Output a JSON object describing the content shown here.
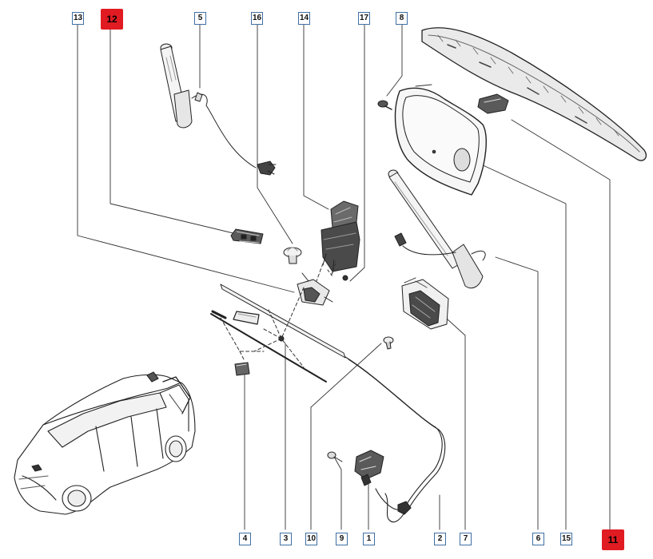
{
  "diagram": {
    "callouts": [
      {
        "id": "13",
        "label": "13",
        "highlighted": false
      },
      {
        "id": "12",
        "label": "12",
        "highlighted": true
      },
      {
        "id": "5",
        "label": "5",
        "highlighted": false
      },
      {
        "id": "16",
        "label": "16",
        "highlighted": false
      },
      {
        "id": "14",
        "label": "14",
        "highlighted": false
      },
      {
        "id": "17",
        "label": "17",
        "highlighted": false
      },
      {
        "id": "8",
        "label": "8",
        "highlighted": false
      },
      {
        "id": "4",
        "label": "4",
        "highlighted": false
      },
      {
        "id": "3",
        "label": "3",
        "highlighted": false
      },
      {
        "id": "10",
        "label": "10",
        "highlighted": false
      },
      {
        "id": "9",
        "label": "9",
        "highlighted": false
      },
      {
        "id": "1",
        "label": "1",
        "highlighted": false
      },
      {
        "id": "2",
        "label": "2",
        "highlighted": false
      },
      {
        "id": "7",
        "label": "7",
        "highlighted": false
      },
      {
        "id": "6",
        "label": "6",
        "highlighted": false
      },
      {
        "id": "15",
        "label": "15",
        "highlighted": false
      },
      {
        "id": "11",
        "label": "11",
        "highlighted": true
      }
    ],
    "colors": {
      "callout_border": "#3f6fa5",
      "highlight": "#e11b22",
      "line": "#222222"
    }
  }
}
